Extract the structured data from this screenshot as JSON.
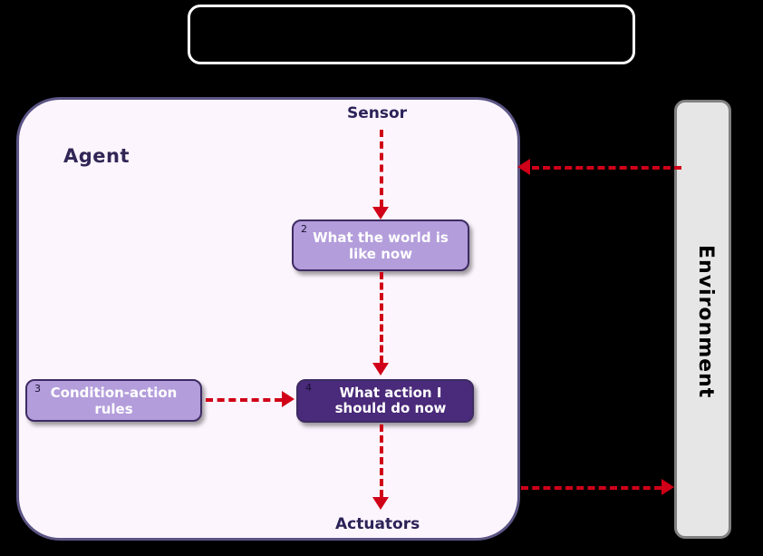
{
  "diagram": {
    "title_box": {
      "text": ""
    },
    "agent": {
      "label": "Agent"
    },
    "environment": {
      "label": "Environment"
    },
    "io": {
      "sensor_label": "Sensor",
      "actuators_label": "Actuators"
    },
    "nodes": [
      {
        "id": "world",
        "number": "2",
        "label": "What the world is like now",
        "fill": "#b39ddb",
        "text_color": "#ffffff"
      },
      {
        "id": "rules",
        "number": "3",
        "label": "Condition-action rules",
        "fill": "#b39ddb",
        "text_color": "#ffffff"
      },
      {
        "id": "action",
        "number": "4",
        "label": "What action I should do now",
        "fill": "#4a2a7a",
        "text_color": "#ffffff"
      }
    ],
    "arrows": [
      {
        "id": "sensor-to-world",
        "from": "Sensor",
        "to": "What the world is like now",
        "direction": "down",
        "style": "dashed",
        "color": "#d00018"
      },
      {
        "id": "world-to-action",
        "from": "What the world is like now",
        "to": "What action I should do now",
        "direction": "down",
        "style": "dashed",
        "color": "#d00018"
      },
      {
        "id": "action-to-actuators",
        "from": "What action I should do now",
        "to": "Actuators",
        "direction": "down",
        "style": "dashed",
        "color": "#d00018"
      },
      {
        "id": "rules-to-action",
        "from": "Condition-action rules",
        "to": "What action I should do now",
        "direction": "right",
        "style": "dashed",
        "color": "#d00018"
      },
      {
        "id": "environment-to-agent",
        "from": "Environment",
        "to": "Agent",
        "direction": "left",
        "style": "dashed",
        "color": "#d00018"
      },
      {
        "id": "agent-to-environment",
        "from": "Agent",
        "to": "Environment",
        "direction": "right",
        "style": "dashed",
        "color": "#d00018"
      }
    ],
    "colors": {
      "background": "#000000",
      "agent_fill": "#fdf5fd",
      "agent_border": "#5b5585",
      "environment_fill": "#e6e6e6",
      "environment_border": "#808080",
      "node_light": "#b39ddb",
      "node_dark": "#4a2a7a",
      "arrow": "#d00018",
      "top_box_border": "#ffffff"
    }
  }
}
